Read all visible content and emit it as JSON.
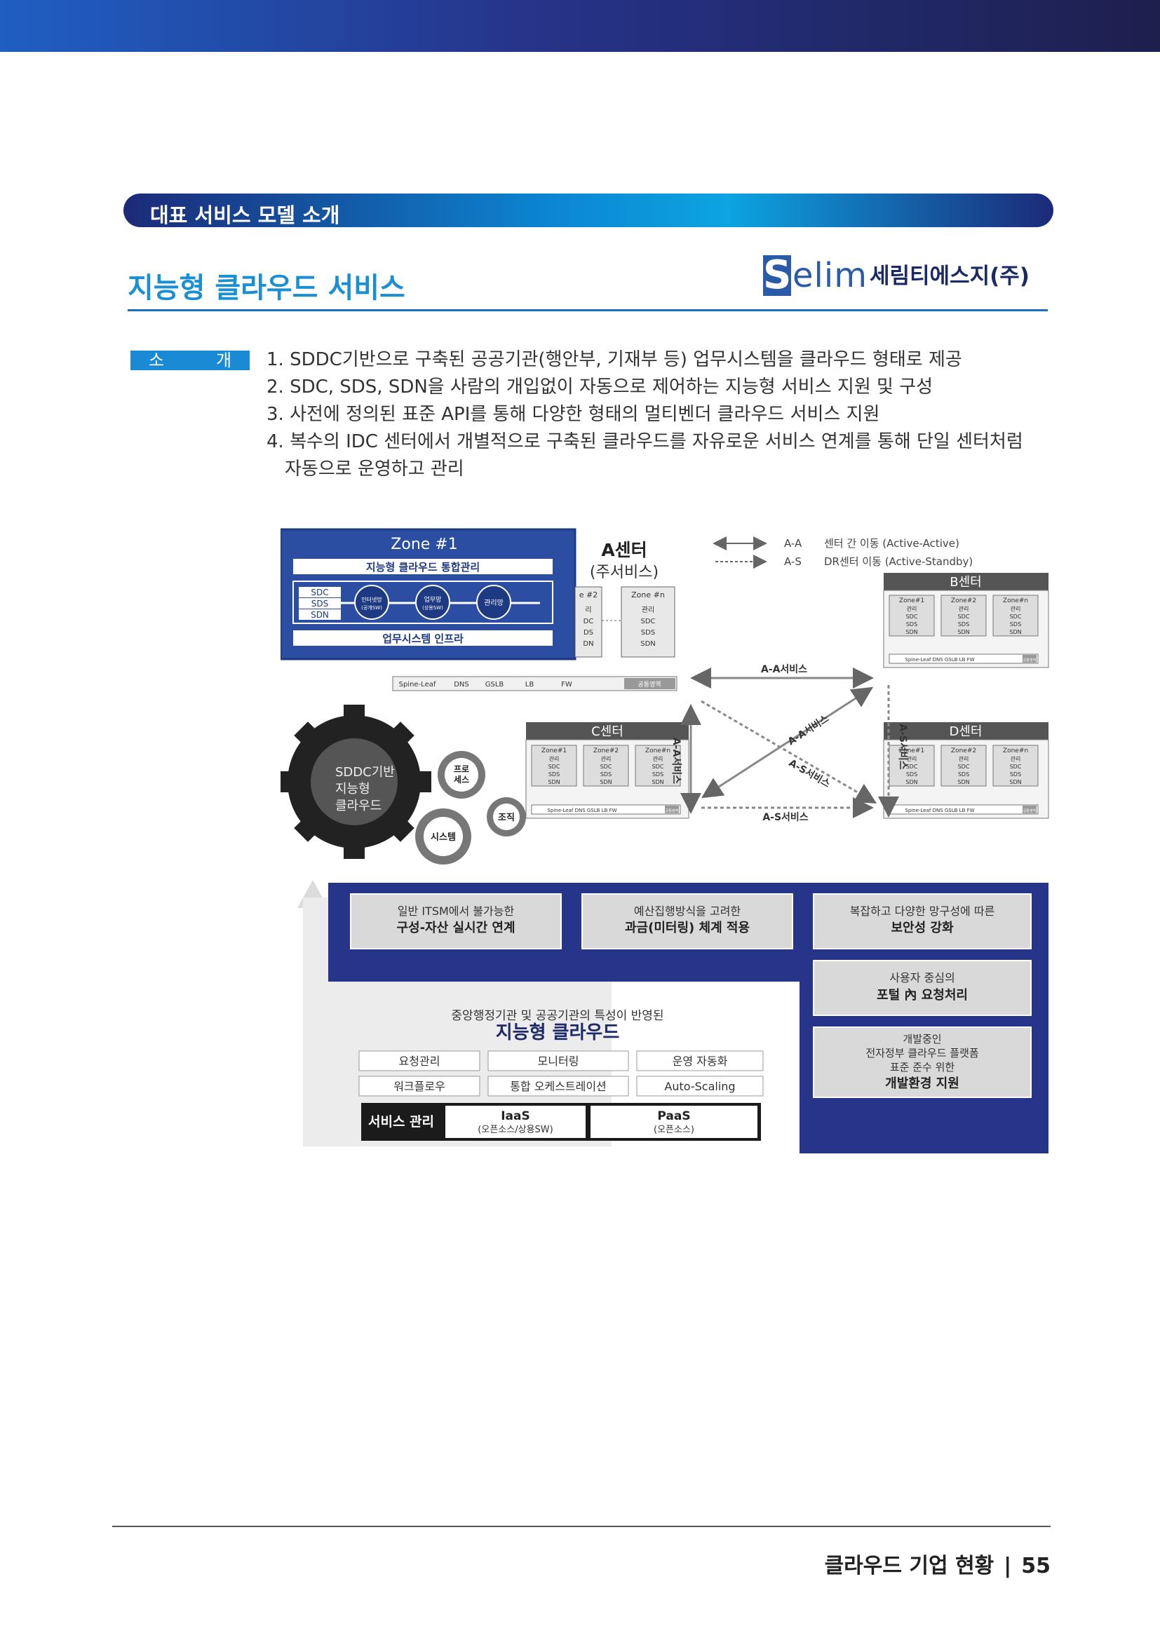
{
  "header": {
    "section_title": "대표 서비스 모델 소개"
  },
  "page_title": "지능형 클라우드 서비스",
  "logo": {
    "mark": "S",
    "word": "elim",
    "company": "세림티에스지(주)"
  },
  "intro": {
    "label_a": "소",
    "label_b": "개",
    "items": [
      "1. SDDC기반으로 구축된 공공기관(행안부, 기재부 등) 업무시스템을 클라우드 형태로 제공",
      "2. SDC, SDS, SDN을 사람의 개입없이 자동으로 제어하는 지능형 서비스 지원 및 구성",
      "3. 사전에 정의된 표준 API를 통해 다양한 형태의 멀티벤더 클라우드 서비스 지원",
      "4. 복수의 IDC 센터에서 개별적으로 구축된 클라우드를 자유로운 서비스 연계를 통해 단일 센터처럼"
    ],
    "item4_cont": "자동으로 운영하고 관리"
  },
  "diagram": {
    "zone1": {
      "title": "Zone #1",
      "mgmt": "지능형 클라우드 통합관리",
      "layers": [
        "SDC",
        "SDS",
        "SDN"
      ],
      "nets": [
        {
          "name": "인터넷망",
          "sub": "(공개SW)"
        },
        {
          "name": "업무망",
          "sub": "(상용SW)"
        },
        {
          "name": "관리망",
          "sub": ""
        }
      ],
      "infra": "업무시스템 인프라"
    },
    "a_center": {
      "title": "A센터",
      "sub": "(주서비스)"
    },
    "zone_blocks": {
      "zone2": "e #2",
      "zonen": "Zone #n",
      "rows": [
        "관리",
        "SDC",
        "SDS",
        "SDN"
      ],
      "partial_rows": [
        "리",
        "DC",
        "DS",
        "DN"
      ]
    },
    "a_infra": [
      "Spine-Leaf",
      "DNS",
      "GSLB",
      "LB",
      "FW",
      "공통영역"
    ],
    "legend": [
      {
        "code": "A-A",
        "text": "센터 간 이동 (Active-Active)"
      },
      {
        "code": "A-S",
        "text": "DR센터 이동 (Active-Standby)"
      }
    ],
    "centers": {
      "b": "B센터",
      "c": "C센터",
      "d": "D센터"
    },
    "mini_zones": [
      "Zone#1",
      "Zone#2",
      "Zone#n"
    ],
    "mini_rows": [
      "관리",
      "SDC",
      "SDS",
      "SDN"
    ],
    "mini_infra": "Spine-Leaf DNS GSLB LB FW",
    "mini_common": "공통영역",
    "links": {
      "top": "A-A서비스",
      "left": "A-A서비스",
      "right": "A-S서비스",
      "bottom": "A-S서비스",
      "diag1": "A-A서비스",
      "diag2": "A-S서비스"
    },
    "gear": {
      "line1": "SDDC기반",
      "line2": "지능형",
      "line3": "클라우드",
      "small1a": "프로",
      "small1b": "세스",
      "small2": "조직",
      "small3": "시스템"
    },
    "features": [
      {
        "line1": "일반 ITSM에서 불가능한",
        "line2": "구성-자산 실시간 연계"
      },
      {
        "line1": "예산집행방식을 고려한",
        "line2": "과금(미터링) 체계 적용"
      },
      {
        "line1": "복잡하고 다양한 망구성에 따른",
        "line2": "보안성 강화"
      }
    ],
    "side_features": [
      {
        "lines": [
          "사용자 중심의",
          "포털 內 요청처리"
        ]
      },
      {
        "lines": [
          "개발중인",
          "전자정부 클라우드 플랫폼",
          "표준 준수 위한",
          "개발환경 지원"
        ]
      }
    ],
    "center_box": {
      "line1": "중앙행정기관 및 공공기관의 특성이 반영된",
      "line2": "지능형 클라우드",
      "grid": [
        "요청관리",
        "모니터링",
        "운영 자동화",
        "워크플로우",
        "통합 오케스트레이션",
        "Auto-Scaling"
      ],
      "service": "서비스 관리",
      "iaas": "IaaS",
      "iaas_sub": "(오픈소스/상용SW)",
      "paas": "PaaS",
      "paas_sub": "(오픈소스)"
    }
  },
  "footer": {
    "text": "클라우드 기업 현황",
    "sep": "|",
    "page": "55"
  },
  "colors": {
    "accent_blue": "#1a8fd4",
    "navy": "#26348a",
    "diagram_blue": "#2b4ea2"
  }
}
